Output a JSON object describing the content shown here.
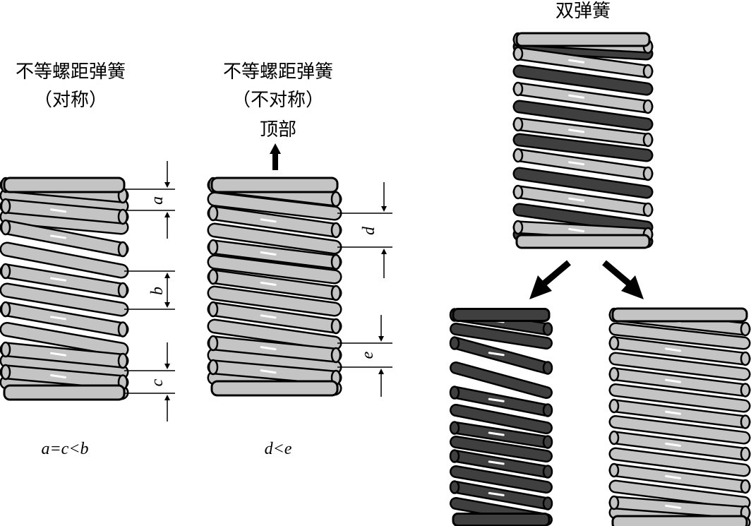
{
  "left_spring": {
    "title_line1": "不等螺距弹簧",
    "title_line2": "（对称）",
    "labels": {
      "a": "a",
      "b": "b",
      "c": "c"
    },
    "formula": "a=c<b"
  },
  "middle_spring": {
    "title_line1": "不等螺距弹簧",
    "title_line2": "（不对称）",
    "top_label": "顶部",
    "labels": {
      "d": "d",
      "e": "e"
    },
    "formula": "d<e"
  },
  "double_spring": {
    "title": "双弹簧"
  },
  "colors": {
    "coil_light": "#c4c4c4",
    "coil_dark": "#3f3f3f",
    "outline": "#000000",
    "highlight": "#ffffff"
  }
}
